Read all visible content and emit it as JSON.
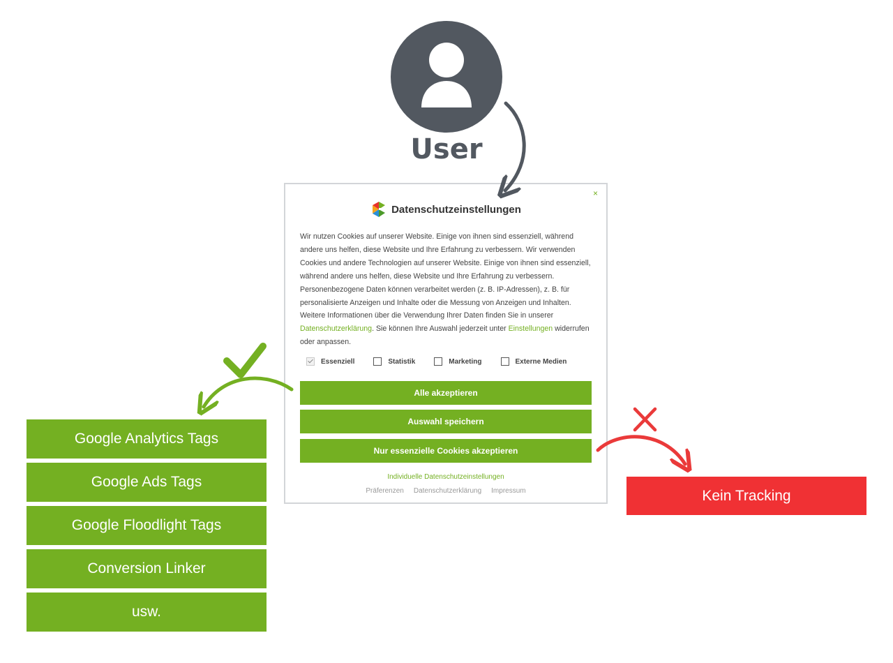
{
  "colors": {
    "accent_green": "#74b022",
    "deny_red": "#f03134",
    "user_gray": "#525860"
  },
  "user": {
    "icon": "user-icon",
    "label": "User"
  },
  "dialog": {
    "logo": "logo-icon",
    "title": "Datenschutzeinstellungen",
    "close": "×",
    "text_part1": "Wir nutzen Cookies auf unserer Website. Einige von ihnen sind essenziell, während andere uns helfen, diese Website und Ihre Erfahrung zu verbessern. Wir verwenden Cookies und andere Technologien auf unserer Website. Einige von ihnen sind essenziell, während andere uns helfen, diese Website und Ihre Erfahrung zu verbessern. Personenbezogene Daten können verarbeitet werden (z. B. IP-Adressen), z. B. für personalisierte Anzeigen und Inhalte oder die Messung von Anzeigen und Inhalten. Weitere Informationen über die Verwendung Ihrer Daten finden Sie in unserer ",
    "link_privacy": "Datenschutzerklärung",
    "text_part2": ". Sie können Ihre Auswahl jederzeit unter ",
    "link_settings": "Einstellungen",
    "text_part3": " widerrufen oder anpassen.",
    "checkboxes": [
      {
        "label": "Essenziell",
        "checked": true
      },
      {
        "label": "Statistik",
        "checked": false
      },
      {
        "label": "Marketing",
        "checked": false
      },
      {
        "label": "Externe Medien",
        "checked": false
      }
    ],
    "buttons": {
      "accept_all": "Alle akzeptieren",
      "save": "Auswahl speichern",
      "essential_only": "Nur essenzielle Cookies akzeptieren"
    },
    "individual_link": "Individuelle Datenschutzeinstellungen",
    "footer_links": [
      "Präferenzen",
      "Datenschutzerklärung",
      "Impressum"
    ]
  },
  "tags": [
    "Google Analytics Tags",
    "Google Ads Tags",
    "Google Floodlight Tags",
    "Conversion Linker",
    "usw."
  ],
  "no_tracking": "Kein Tracking",
  "marks": {
    "accept": "checkmark-icon",
    "deny": "cross-icon"
  }
}
